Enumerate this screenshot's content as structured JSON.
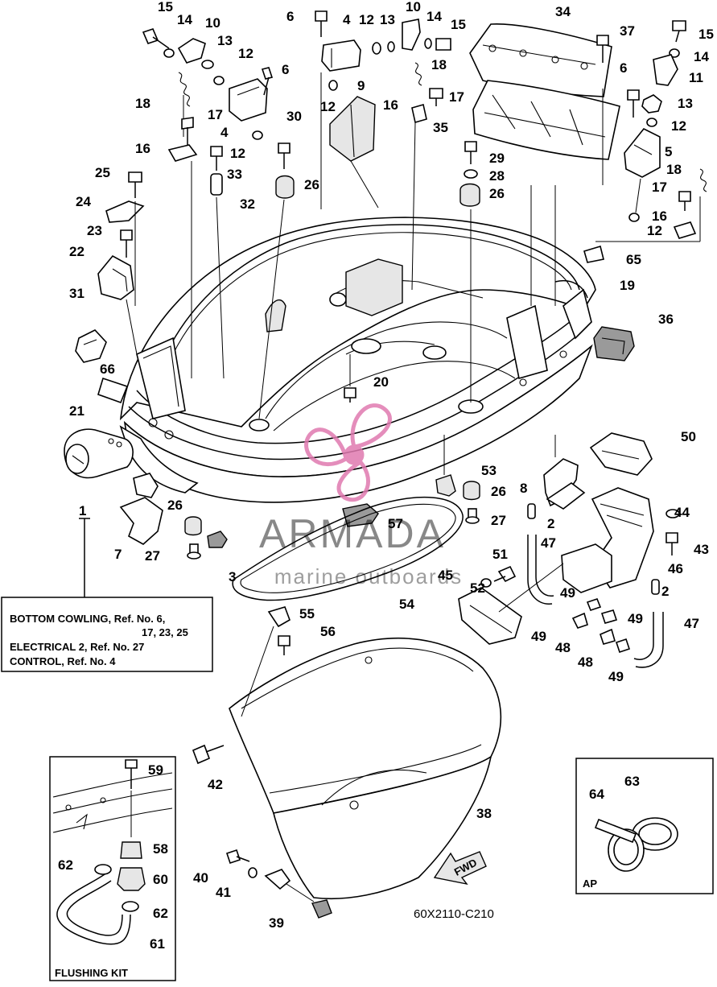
{
  "parts": [
    {
      "id": "p15a",
      "label": "15"
    },
    {
      "id": "p14a",
      "label": "14"
    },
    {
      "id": "p10a",
      "label": "10"
    },
    {
      "id": "p13a",
      "label": "13"
    },
    {
      "id": "p12a",
      "label": "12"
    },
    {
      "id": "p6a",
      "label": "6"
    },
    {
      "id": "p18a",
      "label": "18"
    },
    {
      "id": "p17a",
      "label": "17"
    },
    {
      "id": "p4a",
      "label": "4"
    },
    {
      "id": "p12b",
      "label": "12"
    },
    {
      "id": "p16a",
      "label": "16"
    },
    {
      "id": "p33",
      "label": "33"
    },
    {
      "id": "p30",
      "label": "30"
    },
    {
      "id": "p32",
      "label": "32"
    },
    {
      "id": "p26a",
      "label": "26"
    },
    {
      "id": "p25",
      "label": "25"
    },
    {
      "id": "p24",
      "label": "24"
    },
    {
      "id": "p23",
      "label": "23"
    },
    {
      "id": "p22",
      "label": "22"
    },
    {
      "id": "p31",
      "label": "31"
    },
    {
      "id": "p66",
      "label": "66"
    },
    {
      "id": "p21",
      "label": "21"
    },
    {
      "id": "p1",
      "label": "1"
    },
    {
      "id": "p7",
      "label": "7"
    },
    {
      "id": "p26b",
      "label": "26"
    },
    {
      "id": "p27a",
      "label": "27"
    },
    {
      "id": "p3",
      "label": "3"
    },
    {
      "id": "p6b",
      "label": "6"
    },
    {
      "id": "p4b",
      "label": "4"
    },
    {
      "id": "p12c",
      "label": "12"
    },
    {
      "id": "p13b",
      "label": "13"
    },
    {
      "id": "p10b",
      "label": "10"
    },
    {
      "id": "p14b",
      "label": "14"
    },
    {
      "id": "p15b",
      "label": "15"
    },
    {
      "id": "p18b",
      "label": "18"
    },
    {
      "id": "p9",
      "label": "9"
    },
    {
      "id": "p12d",
      "label": "12"
    },
    {
      "id": "p16b",
      "label": "16"
    },
    {
      "id": "p17b",
      "label": "17"
    },
    {
      "id": "p34",
      "label": "34"
    },
    {
      "id": "p37",
      "label": "37"
    },
    {
      "id": "p35",
      "label": "35"
    },
    {
      "id": "p29",
      "label": "29"
    },
    {
      "id": "p28",
      "label": "28"
    },
    {
      "id": "p26c",
      "label": "26"
    },
    {
      "id": "p15c",
      "label": "15"
    },
    {
      "id": "p14c",
      "label": "14"
    },
    {
      "id": "p11",
      "label": "11"
    },
    {
      "id": "p6c",
      "label": "6"
    },
    {
      "id": "p13c",
      "label": "13"
    },
    {
      "id": "p12e",
      "label": "12"
    },
    {
      "id": "p5",
      "label": "5"
    },
    {
      "id": "p18c",
      "label": "18"
    },
    {
      "id": "p17c",
      "label": "17"
    },
    {
      "id": "p16c",
      "label": "16"
    },
    {
      "id": "p12f",
      "label": "12"
    },
    {
      "id": "p65",
      "label": "65"
    },
    {
      "id": "p19",
      "label": "19"
    },
    {
      "id": "p36",
      "label": "36"
    },
    {
      "id": "p20",
      "label": "20"
    },
    {
      "id": "p50",
      "label": "50"
    },
    {
      "id": "p53",
      "label": "53"
    },
    {
      "id": "p8",
      "label": "8"
    },
    {
      "id": "p26d",
      "label": "26"
    },
    {
      "id": "p57",
      "label": "57"
    },
    {
      "id": "p27b",
      "label": "27"
    },
    {
      "id": "p2a",
      "label": "2"
    },
    {
      "id": "p44",
      "label": "44"
    },
    {
      "id": "p43",
      "label": "43"
    },
    {
      "id": "p47a",
      "label": "47"
    },
    {
      "id": "p51",
      "label": "51"
    },
    {
      "id": "p52",
      "label": "52"
    },
    {
      "id": "p45",
      "label": "45"
    },
    {
      "id": "p46",
      "label": "46"
    },
    {
      "id": "p2b",
      "label": "2"
    },
    {
      "id": "p54",
      "label": "54"
    },
    {
      "id": "p49a",
      "label": "49"
    },
    {
      "id": "p49b",
      "label": "49"
    },
    {
      "id": "p49c",
      "label": "49"
    },
    {
      "id": "p47b",
      "label": "47"
    },
    {
      "id": "p48a",
      "label": "48"
    },
    {
      "id": "p48b",
      "label": "48"
    },
    {
      "id": "p49d",
      "label": "49"
    },
    {
      "id": "p55",
      "label": "55"
    },
    {
      "id": "p56",
      "label": "56"
    },
    {
      "id": "p59",
      "label": "59"
    },
    {
      "id": "p42",
      "label": "42"
    },
    {
      "id": "p38",
      "label": "38"
    },
    {
      "id": "p63",
      "label": "63"
    },
    {
      "id": "p64",
      "label": "64"
    },
    {
      "id": "p58",
      "label": "58"
    },
    {
      "id": "p62a",
      "label": "62"
    },
    {
      "id": "p60",
      "label": "60"
    },
    {
      "id": "p40",
      "label": "40"
    },
    {
      "id": "p41",
      "label": "41"
    },
    {
      "id": "p62b",
      "label": "62"
    },
    {
      "id": "p39",
      "label": "39"
    },
    {
      "id": "p61",
      "label": "61"
    }
  ],
  "ref_box": {
    "line1": "BOTTOM COWLING, Ref. No. 6,",
    "line2": "17, 23, 25",
    "line3": "ELECTRICAL 2, Ref. No. 27",
    "line4": "CONTROL, Ref. No. 4"
  },
  "flushing_kit": {
    "title": "FLUSHING KIT"
  },
  "ap_box": {
    "title": "AP"
  },
  "fwd_label": "FWD",
  "diagram_code": "60X2110-C210",
  "watermark": {
    "brand": "ARMADA",
    "tagline": "marine outboards",
    "color": "#e07ab0"
  }
}
